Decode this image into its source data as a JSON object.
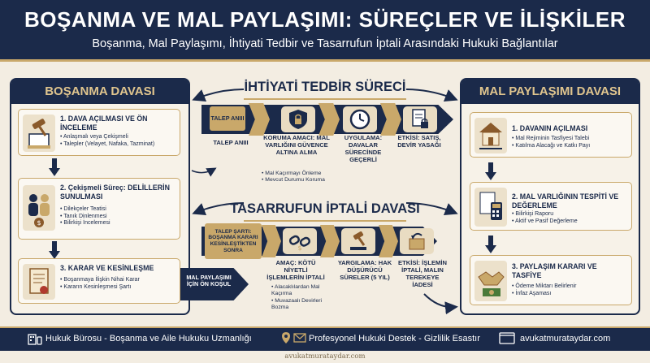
{
  "header": {
    "title": "BOŞANMA VE MAL PAYLAŞIMI: SÜREÇLER VE İLİŞKİLER",
    "subtitle": "Boşanma, Mal Paylaşımı, İhtiyati Tedbir ve Tasarrufun İptali Arasındaki Hukuki Bağlantılar"
  },
  "left": {
    "title": "BOŞANMA DAVASI",
    "steps": [
      {
        "title": "1. DAVA AÇILMASI VE ÖN İNCELEME",
        "items": [
          "Anlaşmalı veya Çekişmeli",
          "Talepler (Velayet, Nafaka, Tazminat)"
        ],
        "icon": "gavel-icon"
      },
      {
        "title": "2. Çekişmeli Süreç: DELİLLERİN SUNULMASI",
        "items": [
          "Dilekçeler Teatisi",
          "Tanık Dinlenmesi",
          "Bilirkişi İncelemesi"
        ],
        "icon": "couple-money-icon"
      },
      {
        "title": "3. KARAR VE KESİNLEŞME",
        "items": [
          "Boşanmaya İlişkin Nihai Karar",
          "Kararın Kesinleşmesi Şartı"
        ],
        "icon": "decree-scroll-icon"
      }
    ],
    "condition_arrow": "MAL PAYLAŞIMI İÇİN ÖN KOŞUL"
  },
  "center_top": {
    "title": "İHTİYATİ TEDBİR SÜRECİ",
    "cap": "TALEP ANIII",
    "stages": [
      {
        "label": "TALEP ANIII",
        "icon": "request-icon"
      },
      {
        "label": "KORUMA AMACI: MAL VARLIĞINI GÜVENCE ALTINA ALMA",
        "items": [
          "Mal Kaçırmayı Önleme",
          "Mevcut Durumu Koruma"
        ],
        "icon": "shield-lock-icon"
      },
      {
        "label": "UYGULAMA: DAVALAR SÜRECİNDE GEÇERLİ",
        "icon": "clock-icon"
      },
      {
        "label": "ETKİSİ: SATIŞ, DEVİR YASAĞI",
        "icon": "document-lock-icon"
      }
    ]
  },
  "center_bottom": {
    "title": "TASARRUFUN İPTALİ DAVASI",
    "cap": "TALEP ŞARTI: BOŞANMA KARARI KESİNLEŞTİKTEN SONRA",
    "stages": [
      {
        "label": "AMAÇ: KÖTÜ NİYETLİ İŞLEMLERİN İPTALİ",
        "items": [
          "Alacaklılardan Mal Kaçırma",
          "Muvazaalı Devirleri Bozma"
        ],
        "icon": "broken-chain-icon"
      },
      {
        "label": "YARGILAMA: HAK DÜŞÜRÜCÜ SÜRELER (5 YIL)",
        "icon": "gavel-icon"
      },
      {
        "label": "ETKİSİ: İŞLEMİN İPTALİ, MALIN TEREKEYE İADESİ",
        "icon": "return-box-icon"
      }
    ]
  },
  "right": {
    "title": "MAL PAYLAŞIMI DAVASI",
    "steps": [
      {
        "title": "1. DAVANIN AÇILMASI",
        "items": [
          "Mal Rejiminin Tasfiyesi Talebi",
          "Katılma Alacağı ve Katkı Payı"
        ],
        "icon": "house-scale-icon"
      },
      {
        "title": "2. MAL VARLIĞININ TESPİTİ VE DEĞERLEME",
        "items": [
          "Bilirkişi Raporu",
          "Aktif ve Pasif Değerleme"
        ],
        "icon": "calculator-icon"
      },
      {
        "title": "3. PAYLAŞIM KARARI VE TASFİYE",
        "items": [
          "Ödeme Miktarı Belirlenir",
          "İnfaz Aşaması"
        ],
        "icon": "handshake-money-icon"
      }
    ]
  },
  "footer": {
    "left": "Hukuk Bürosu - Boşanma ve Aile Hukuku Uzmanlığı",
    "middle": "Profesyonel Hukuki Destek - Gizlilik Esastır",
    "right": "avukatmurataydar.com"
  },
  "watermark": "avukatmurataydar.com",
  "colors": {
    "navy": "#1b2a4a",
    "gold": "#c9a86a",
    "cream": "#f3ede2"
  }
}
